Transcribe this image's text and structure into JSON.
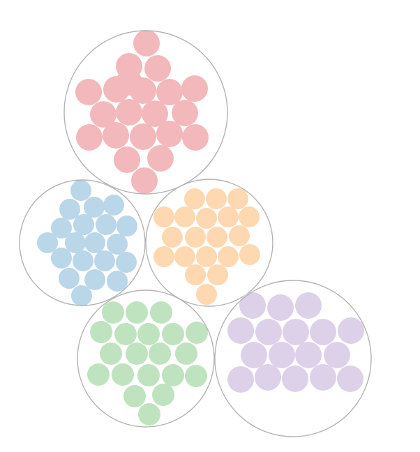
{
  "colors": {
    "background": "#ffffff",
    "outline": "#b3b3b3",
    "groups": [
      "#f2b8bb",
      "#bad6e9",
      "#fed8b0",
      "#bfe3bf",
      "#ddd0e9"
    ]
  },
  "groups": [
    {
      "name": "red-group",
      "color_index": 0,
      "count": 21
    },
    {
      "name": "blue-group",
      "color_index": 1,
      "count": 20
    },
    {
      "name": "orange-group",
      "color_index": 2,
      "count": 20
    },
    {
      "name": "green-group",
      "color_index": 3,
      "count": 20
    },
    {
      "name": "purple-group",
      "color_index": 4,
      "count": 17
    }
  ]
}
